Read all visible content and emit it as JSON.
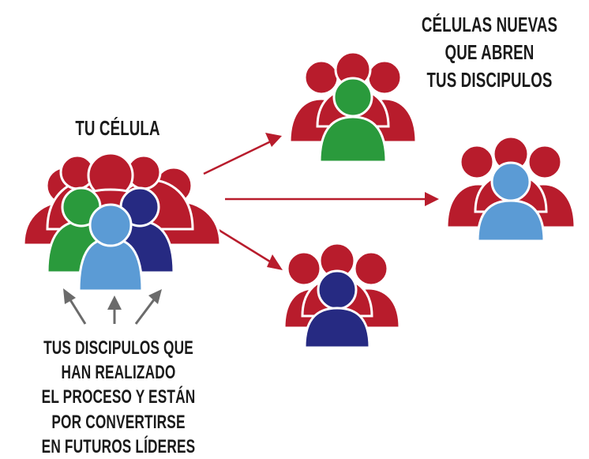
{
  "titles": {
    "new_cells_line1": "CÉLULAS NUEVAS QUE ABREN",
    "new_cells_line2": "TUS DISCIPULOS",
    "your_cell": "TU CÉLULA",
    "caption_line1": "TUS DISCIPULOS QUE HAN REALIZADO",
    "caption_line2": "EL PROCESO Y ESTÁN POR CONVERTIRSE",
    "caption_line3": "EN FUTUROS LÍDERES"
  },
  "colors": {
    "red": "#b81c2c",
    "green": "#2a9a3c",
    "navy": "#262a82",
    "light_blue": "#5b9bd5",
    "arrow_red": "#b81c2c",
    "arrow_gray": "#6b6b6b"
  },
  "groups": [
    {
      "name": "tu-celula",
      "leader_color": "light_blue"
    },
    {
      "name": "new-cell-top",
      "leader_color": "green"
    },
    {
      "name": "new-cell-right",
      "leader_color": "light_blue"
    },
    {
      "name": "new-cell-bottom",
      "leader_color": "navy"
    }
  ]
}
